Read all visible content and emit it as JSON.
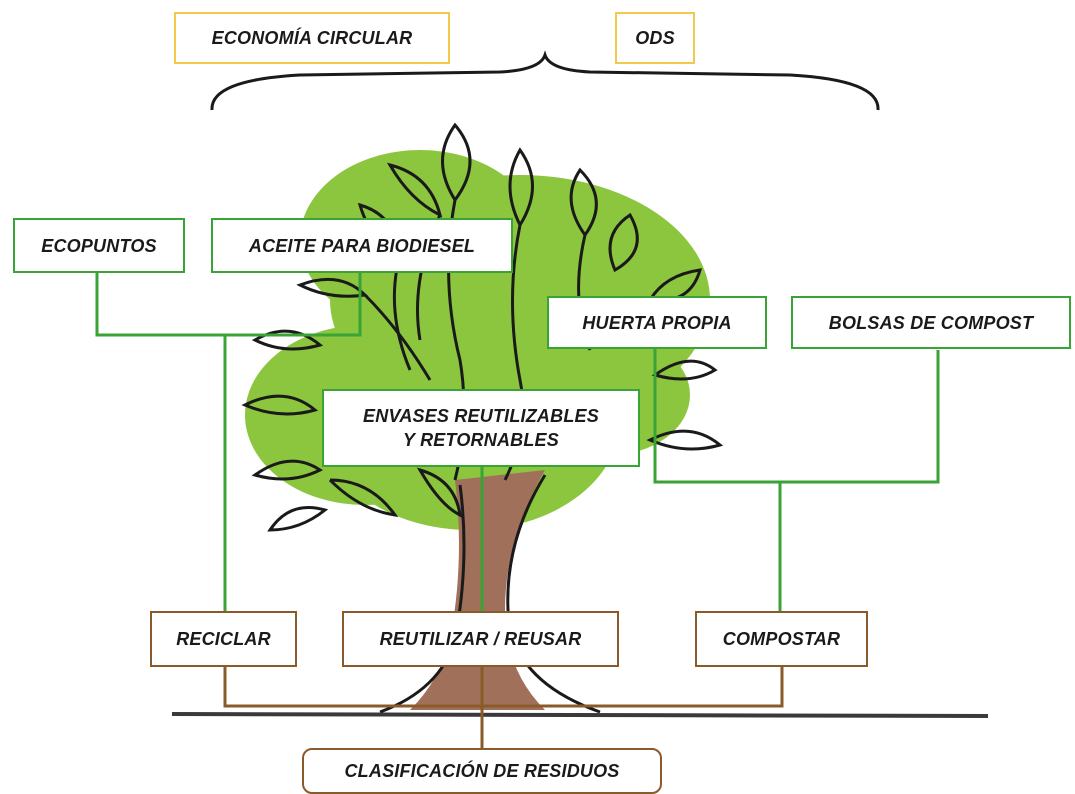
{
  "header": {
    "economia_circular": "ECONOMÍA CIRCULAR",
    "ods": "ODS"
  },
  "practices": {
    "ecopuntos": "ECOPUNTOS",
    "aceite": "ACEITE PARA BIODIESEL",
    "huerta": "HUERTA PROPIA",
    "bolsas": "BOLSAS DE COMPOST",
    "envases": "ENVASES REUTILIZABLES\nY RETORNABLES"
  },
  "actions": {
    "reciclar": "RECICLAR",
    "reutilizar": "REUTILIZAR / REUSAR",
    "compostar": "COMPOSTAR"
  },
  "root": {
    "clasificacion": "CLASIFICACIÓN DE RESIDUOS"
  },
  "colors": {
    "foliage": "#8cc63f",
    "trunk": "#a0705a",
    "outline": "#1a1a1a",
    "green_border": "#3aa335",
    "brown_border": "#8b5a2b",
    "yellow_border": "#f2c94c",
    "ground": "#3a3a3a"
  }
}
